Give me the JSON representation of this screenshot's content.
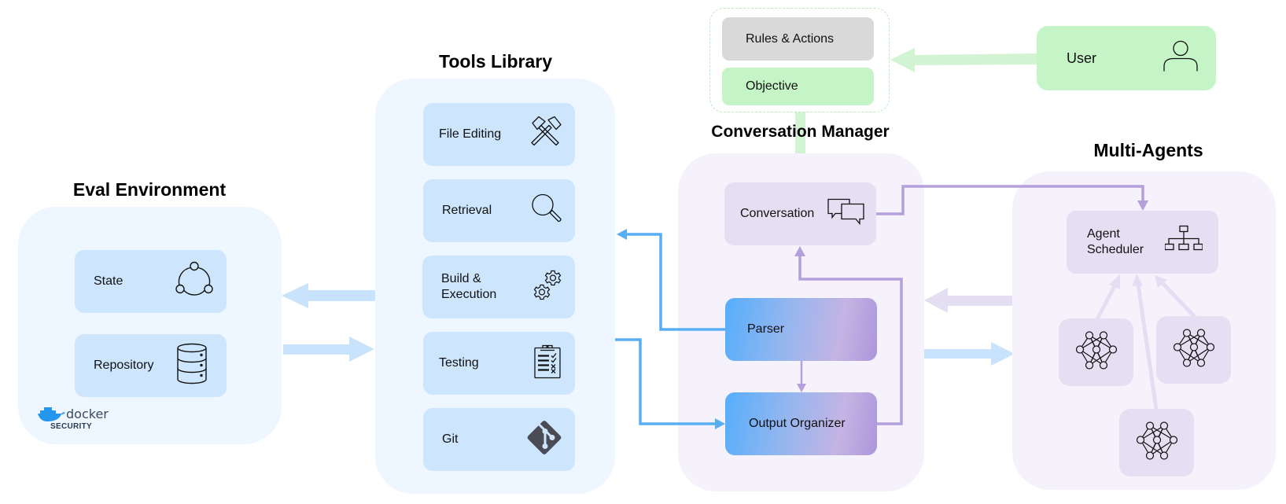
{
  "colors": {
    "blue_panel": "#eef6ff",
    "blue_card": "#cde6fd",
    "purple_panel": "#f5f2fb",
    "purple_card": "#e6dff3",
    "green_card": "#c5f5c6",
    "gray_card": "#d9d9d9",
    "blue_arrow": "#58adf3",
    "purple_arrow": "#b4a0da",
    "light_blue_arrow": "#c8e3fb",
    "light_purple_arrow": "#e4def3",
    "light_green_arrow": "#d3f4d3"
  },
  "eval_environment": {
    "title": "Eval Environment",
    "items": [
      {
        "label": "State",
        "icon": "state-cycle-icon"
      },
      {
        "label": "Repository",
        "icon": "database-icon"
      }
    ],
    "badge": {
      "logo": "docker",
      "label": "SECURITY"
    }
  },
  "tools_library": {
    "title": "Tools Library",
    "items": [
      {
        "label": "File Editing",
        "icon": "hammers-icon"
      },
      {
        "label": "Retrieval",
        "icon": "magnifier-icon"
      },
      {
        "label": "Build &",
        "label2": "Execution",
        "icon": "gears-icon"
      },
      {
        "label": "Testing",
        "icon": "clipboard-checklist-icon"
      },
      {
        "label": "Git",
        "icon": "git-icon"
      }
    ]
  },
  "prompt_box": {
    "rules": "Rules & Actions",
    "objective": "Objective"
  },
  "user": {
    "label": "User",
    "icon": "user-icon"
  },
  "conversation_manager": {
    "title": "Conversation Manager",
    "conversation": "Conversation",
    "parser": "Parser",
    "output_organizer": "Output Organizer"
  },
  "multi_agents": {
    "title": "Multi-Agents",
    "scheduler_line1": "Agent",
    "scheduler_line2": "Scheduler",
    "agent_count": 3
  }
}
